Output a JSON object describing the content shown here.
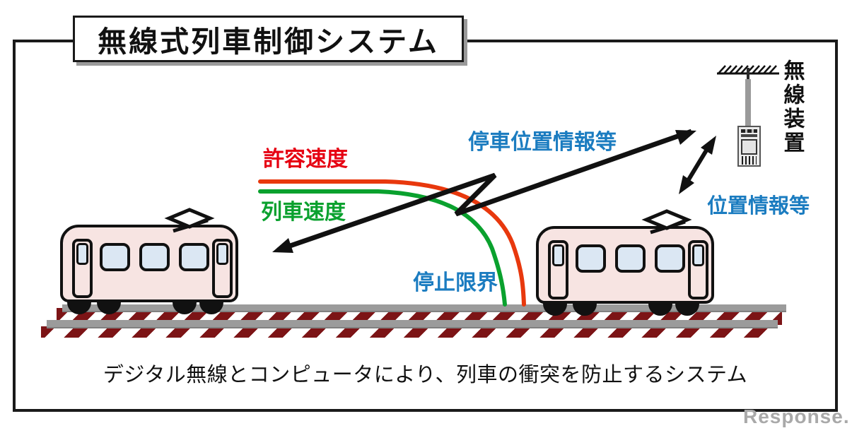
{
  "title": "無線式列車制御システム",
  "diagram": {
    "allowed_speed_label": "許容速度",
    "train_speed_label": "列車速度",
    "stop_limit_label": "停止限界",
    "stop_position_info_label": "停車位置情報等",
    "position_info_label": "位置情報等",
    "radio_device_label": "無線装置"
  },
  "caption": "デジタル無線とコンピュータにより、列車の衝突を防止するシステム",
  "watermark": "Response.",
  "colors": {
    "allowed_speed_curve": "#e8380d",
    "allowed_speed_text": "#e60012",
    "train_speed_green": "#0aa12e",
    "info_text_blue": "#1b7cc0",
    "track_tie_maroon": "#7c1416",
    "track_rail_gray": "#9b9b9b",
    "train_body_pink": "#f7e4e2",
    "train_window_blue": "#dbe7f3",
    "outline_black": "#111111",
    "watermark_gray": "#a9a9a9"
  }
}
